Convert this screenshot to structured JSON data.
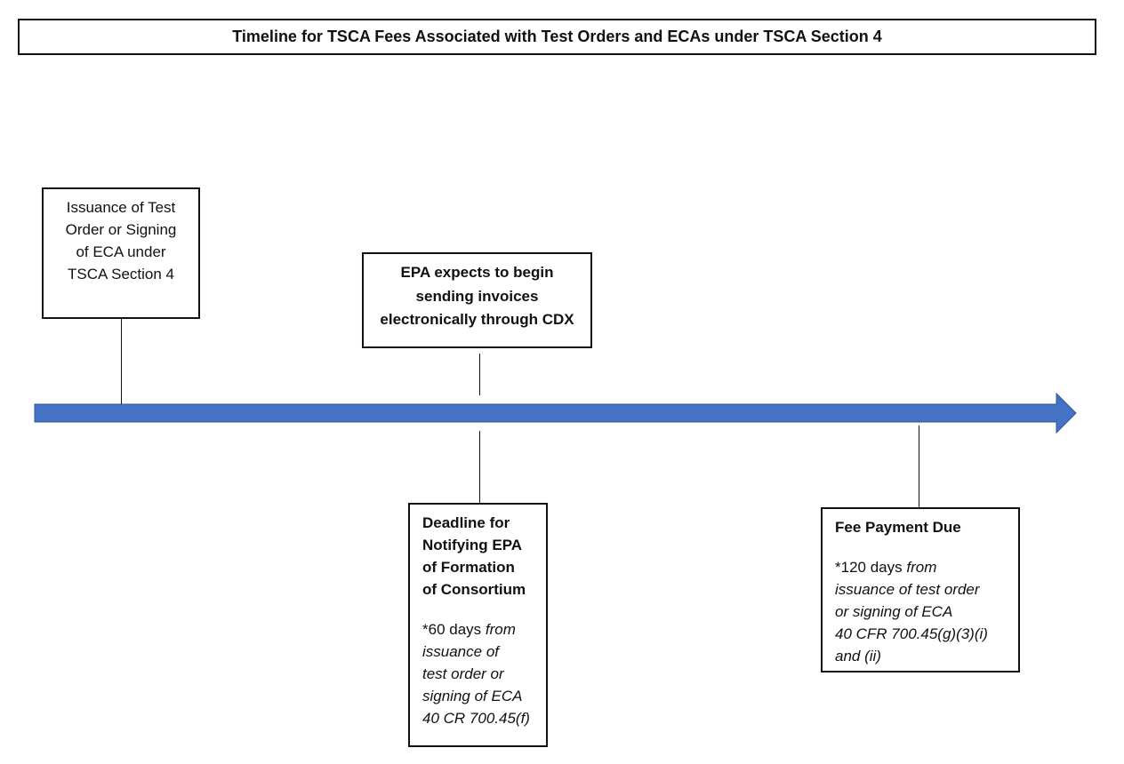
{
  "title": "Timeline for TSCA Fees Associated with Test Orders and ECAs under TSCA Section 4",
  "colors": {
    "arrow_fill": "#4472C4",
    "arrow_stroke": "#2F5597"
  },
  "boxes": {
    "issuance": {
      "lines": [
        "Issuance of Test",
        "Order or Signing",
        "of ECA under",
        "TSCA Section 4"
      ]
    },
    "invoices": {
      "lines": [
        "EPA expects to begin",
        "sending invoices",
        "electronically through CDX"
      ]
    },
    "consortium": {
      "heading": [
        "Deadline for",
        "Notifying EPA",
        "of Formation",
        "of Consortium"
      ],
      "note_prefix": "*60 days",
      "note_italic_1": "from",
      "note_italic_lines": [
        "issuance of",
        "test order or",
        "signing of ECA",
        "40 CR 700.45(f)"
      ]
    },
    "payment": {
      "heading": "Fee Payment Due",
      "note_prefix": "*120 days",
      "note_italic_1": "from",
      "note_italic_lines": [
        "issuance of test order",
        "or signing of ECA",
        "40 CFR 700.45(g)(3)(i)",
        "and (ii)"
      ]
    }
  }
}
